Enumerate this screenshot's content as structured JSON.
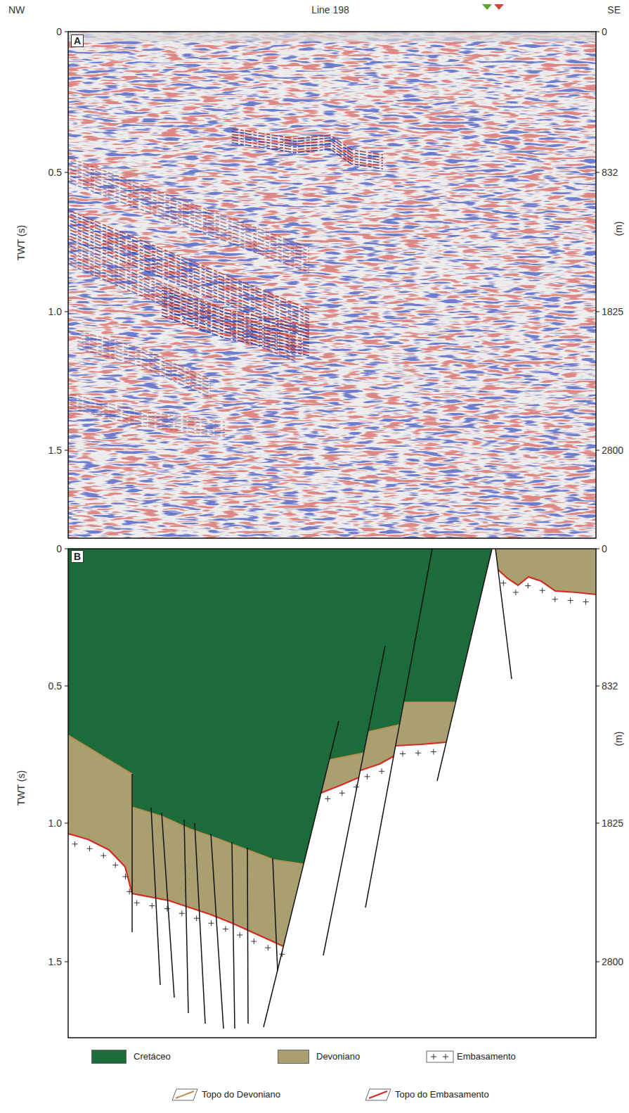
{
  "diagram": {
    "labels": [
      "NW",
      "Line 198",
      "SE",
      "A",
      "0",
      "0.5",
      "1.0",
      "1.5",
      "TWT (s)",
      "0",
      "832",
      "1825",
      "2800",
      "(m)",
      "B",
      "0",
      "0.5",
      "1.0",
      "1.5",
      "TWT (s)",
      "0",
      "832",
      "1825",
      "2800",
      "(m)"
    ],
    "legend": [
      {
        "text": "Cretáceo",
        "color": "#1b6b3b"
      },
      {
        "text": "Devoniano",
        "color": "#a99f6f"
      },
      {
        "text": "Embasamento"
      },
      {
        "text": "Topo do Devoniano"
      },
      {
        "text": "Topo do Embasamento"
      }
    ]
  }
}
